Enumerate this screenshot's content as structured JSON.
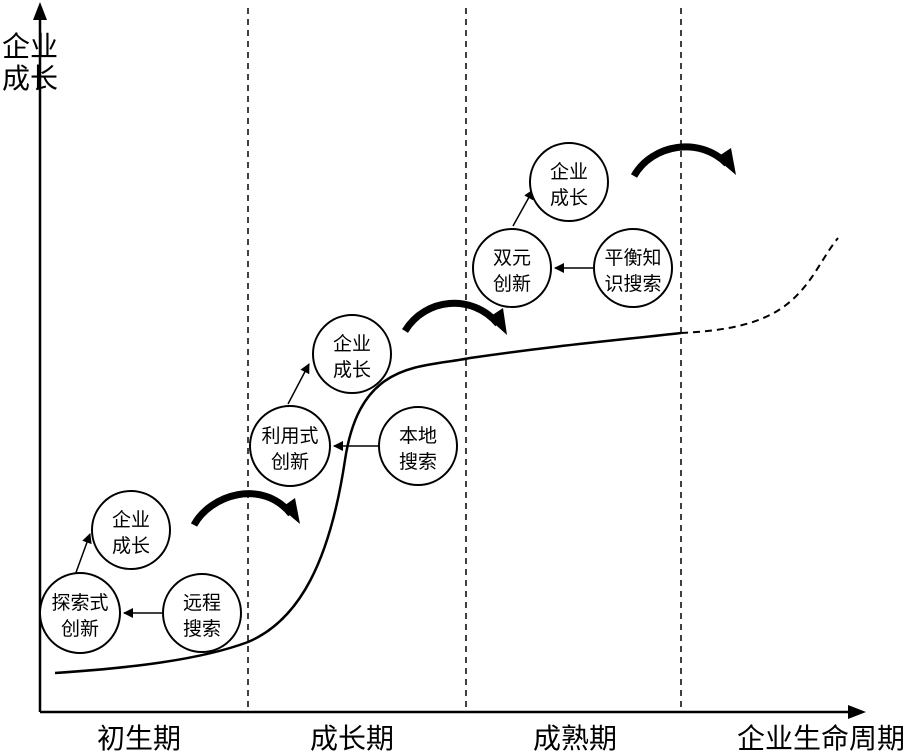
{
  "axes": {
    "y_title_lines": [
      "企业",
      "成长"
    ],
    "x_title": "企业生命周期"
  },
  "phases": [
    "初生期",
    "成长期",
    "成熟期"
  ],
  "nodes": {
    "growth1": [
      "企业",
      "成长"
    ],
    "innovation1": [
      "探索式",
      "创新"
    ],
    "search1": [
      "远程",
      "搜索"
    ],
    "growth2": [
      "企业",
      "成长"
    ],
    "innovation2": [
      "利用式",
      "创新"
    ],
    "search2": [
      "本地",
      "搜索"
    ],
    "growth3": [
      "企业",
      "成长"
    ],
    "innovation3": [
      "双元",
      "创新"
    ],
    "search3": [
      "平衡知",
      "识搜索"
    ]
  }
}
